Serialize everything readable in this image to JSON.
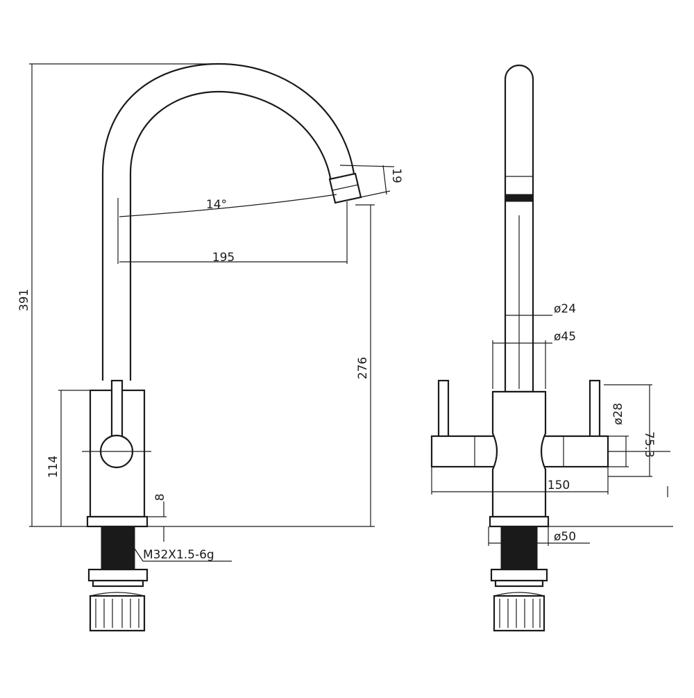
{
  "dimensions": {
    "total_height": "391",
    "spout_angle": "14°",
    "outlet_size": "19",
    "spout_reach": "195",
    "spout_clearance": "276",
    "body_height": "114",
    "flange_thickness": "8",
    "thread": "M32X1.5-6g",
    "spout_diameter": "ø24",
    "body_diameter": "ø45",
    "handle_diameter": "ø28",
    "handle_height": "75.3",
    "handle_span": "150",
    "shank_diameter": "ø50"
  },
  "colors": {
    "line": "#1a1a1a",
    "background": "#ffffff"
  }
}
